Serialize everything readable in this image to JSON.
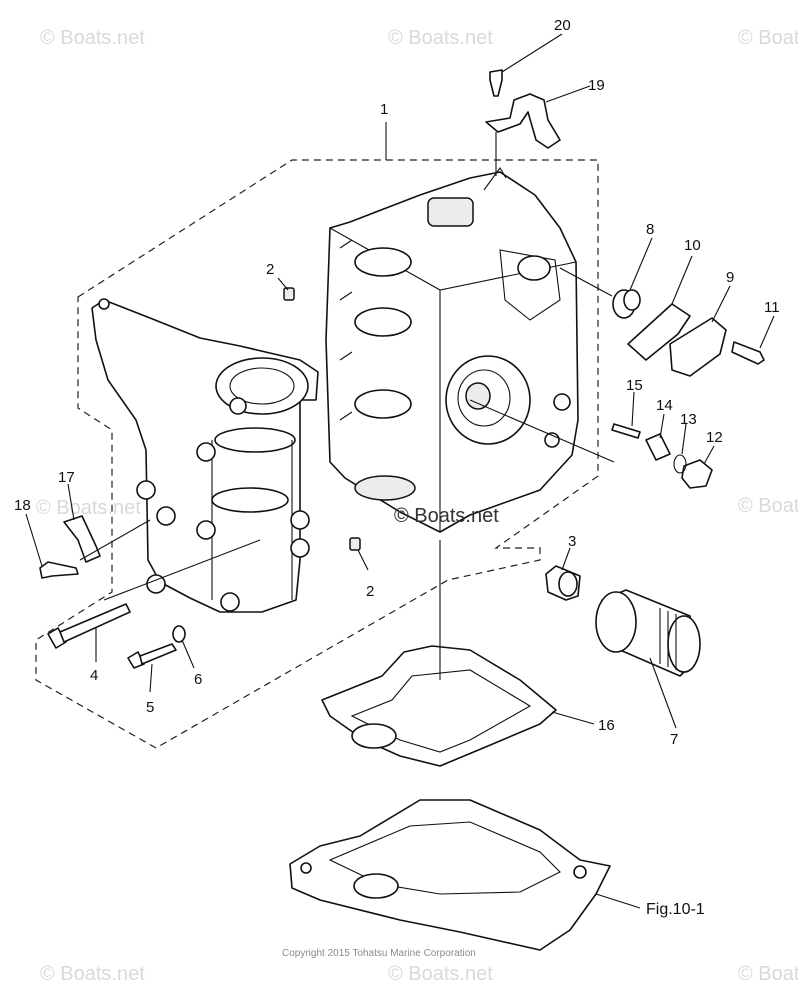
{
  "diagram": {
    "callouts": [
      "1",
      "2",
      "2",
      "3",
      "4",
      "5",
      "6",
      "7",
      "8",
      "9",
      "10",
      "11",
      "12",
      "13",
      "14",
      "15",
      "16",
      "17",
      "18",
      "19",
      "20"
    ],
    "figure_reference": "Fig.10-1",
    "copyright": "Copyright 2015 Tohatsu Marine Corporation",
    "watermark": "© Boats.net",
    "center_watermark": "© Boats.net"
  }
}
